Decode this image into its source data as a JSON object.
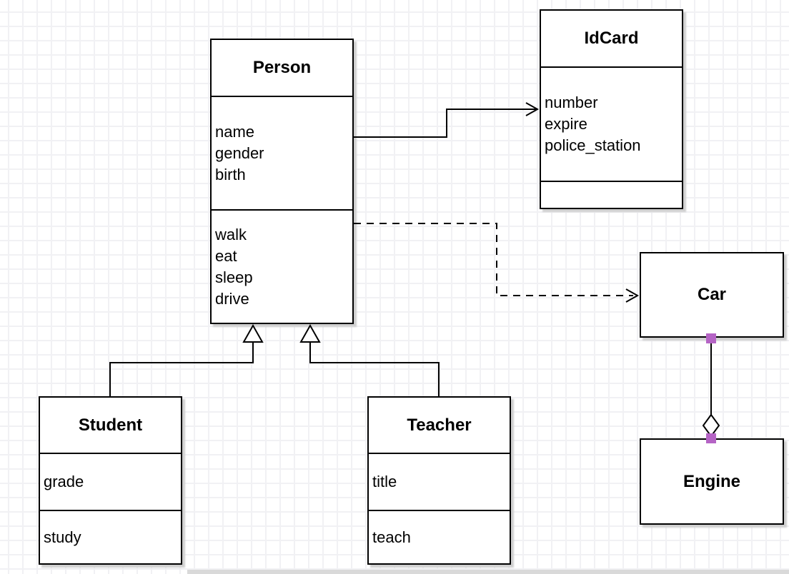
{
  "diagram": {
    "kind": "uml-class-diagram",
    "classes": {
      "person": {
        "title": "Person",
        "attributes": [
          "name",
          "gender",
          "birth"
        ],
        "methods": [
          "walk",
          "eat",
          "sleep",
          "drive"
        ]
      },
      "idcard": {
        "title": "IdCard",
        "attributes": [
          "number",
          "expire",
          "police_station"
        ],
        "methods": []
      },
      "car": {
        "title": "Car",
        "attributes": [],
        "methods": []
      },
      "engine": {
        "title": "Engine",
        "attributes": [],
        "methods": []
      },
      "student": {
        "title": "Student",
        "attributes": [
          "grade"
        ],
        "methods": [
          "study"
        ]
      },
      "teacher": {
        "title": "Teacher",
        "attributes": [
          "title"
        ],
        "methods": [
          "teach"
        ]
      }
    },
    "connectors": [
      {
        "from": "Person",
        "to": "IdCard",
        "type": "association",
        "line": "solid",
        "arrow": "open-arrow"
      },
      {
        "from": "Person",
        "to": "Car",
        "type": "dependency",
        "line": "dashed",
        "arrow": "open-arrow"
      },
      {
        "from": "Student",
        "to": "Person",
        "type": "generalization",
        "line": "solid",
        "arrow": "hollow-triangle"
      },
      {
        "from": "Teacher",
        "to": "Person",
        "type": "generalization",
        "line": "solid",
        "arrow": "hollow-triangle"
      },
      {
        "from": "Car",
        "to": "Engine",
        "type": "aggregation",
        "line": "solid",
        "arrow": "hollow-diamond",
        "selected": true
      }
    ],
    "colors": {
      "stroke": "#000000",
      "box_fill": "#ffffff",
      "shadow": "#cfcfcf",
      "endpoint_handle": "#b564c5",
      "grid_line": "#f1f1f4",
      "background": "#ffffff"
    }
  }
}
